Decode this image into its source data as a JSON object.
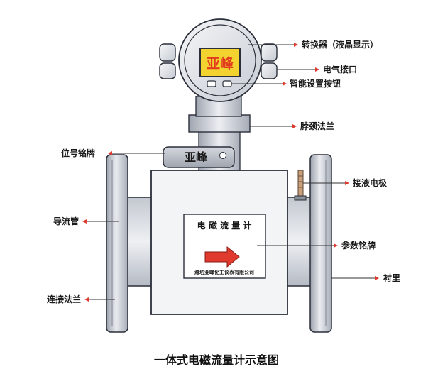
{
  "display_text": "亚峰",
  "tag_text": "亚峰",
  "plate": {
    "title": "电 磁 流 量 计",
    "company": "潍坊亚峰化工仪表有限公司"
  },
  "labels": {
    "converter": "转换器（液晶显示）",
    "electrical_interface": "电气接口",
    "smart_buttons": "智能设置按钮",
    "neck_flange": "脖颈法兰",
    "tag_plate": "位号铭牌",
    "grounding_electrode": "接液电极",
    "flow_tube": "导流管",
    "parameter_plate": "参数铭牌",
    "liner": "衬里",
    "connection_flange": "连接法兰"
  },
  "caption": "一体式电磁流量计示意图",
  "colors": {
    "arrow": "#e03a2f",
    "body_stroke": "#2a2f3a",
    "body_fill": "#f3f4f6",
    "flange_fill": "#c9cdd6",
    "lcd_bg": "#f2d330",
    "lcd_text": "#e23b1e"
  }
}
